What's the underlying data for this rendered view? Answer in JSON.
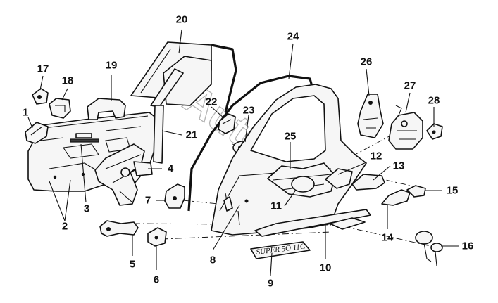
{
  "callouts": [
    {
      "id": "1",
      "label": "1"
    },
    {
      "id": "2",
      "label": "2"
    },
    {
      "id": "3",
      "label": "3"
    },
    {
      "id": "4",
      "label": "4"
    },
    {
      "id": "5",
      "label": "5"
    },
    {
      "id": "6",
      "label": "6"
    },
    {
      "id": "7",
      "label": "7"
    },
    {
      "id": "8",
      "label": "8"
    },
    {
      "id": "9",
      "label": "9"
    },
    {
      "id": "10",
      "label": "10"
    },
    {
      "id": "11",
      "label": "11"
    },
    {
      "id": "12",
      "label": "12"
    },
    {
      "id": "13",
      "label": "13"
    },
    {
      "id": "14",
      "label": "14"
    },
    {
      "id": "15",
      "label": "15"
    },
    {
      "id": "16",
      "label": "16"
    },
    {
      "id": "17",
      "label": "17"
    },
    {
      "id": "18",
      "label": "18"
    },
    {
      "id": "19",
      "label": "19"
    },
    {
      "id": "20",
      "label": "20"
    },
    {
      "id": "21",
      "label": "21"
    },
    {
      "id": "22",
      "label": "22"
    },
    {
      "id": "23",
      "label": "23"
    },
    {
      "id": "24",
      "label": "24"
    },
    {
      "id": "25",
      "label": "25"
    },
    {
      "id": "26",
      "label": "26"
    },
    {
      "id": "27",
      "label": "27"
    },
    {
      "id": "28",
      "label": "28"
    }
  ],
  "trim_lettering": "SUPER 5O 11C",
  "watermark": "Autosoft"
}
